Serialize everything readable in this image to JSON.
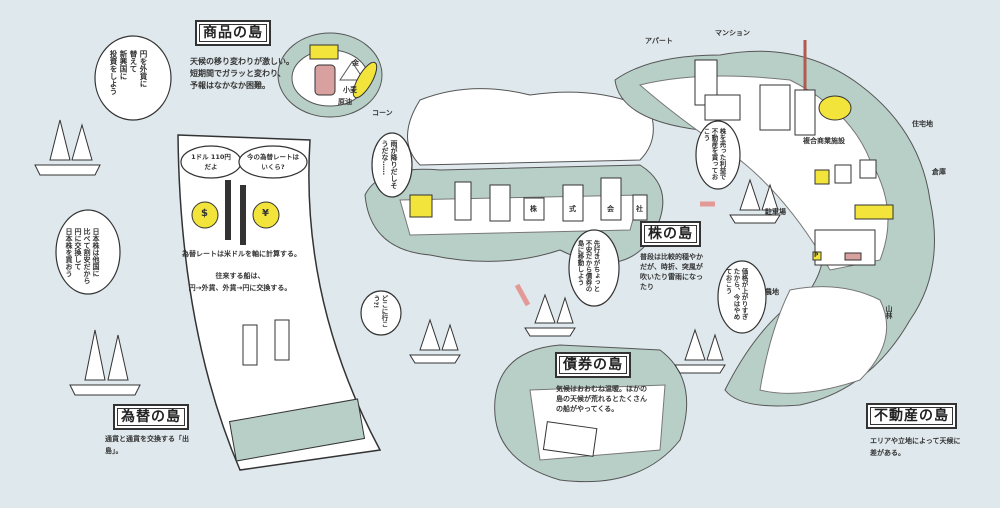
{
  "colors": {
    "sea": "#dfe8ec",
    "island_green": "#b8cfc8",
    "gold": "#f2e43a",
    "oil": "#d9a0a0",
    "arrow": "#e39a96"
  },
  "commodity_island": {
    "title": "商品の島",
    "description": [
      "天候の移り変わりが激しい。",
      "短期間でガラッと変わり、",
      "予報はなかなか困難。"
    ],
    "labels": {
      "gold": "金",
      "wheat": "小麦",
      "oil": "原油",
      "corn": "コーン"
    },
    "bubble": [
      "円を外貨に",
      "替えて",
      "新興国に",
      "投資をしよう"
    ]
  },
  "fx_island": {
    "title": "為替の島",
    "description": "通貨と通貨を交換する「出島」。",
    "bubble_left": "1ドル 110円だよ",
    "bubble_right": "今の為替レートはいくら?",
    "money_bag_left": "$",
    "money_bag_right": "¥",
    "note1": "為替レートは米ドルを軸に計算する。",
    "note2": [
      "往来する船は、",
      "円→外貨、外貨→円に交換する。"
    ],
    "bubble_japan": [
      "日本株は他国に",
      "比べて割安だから",
      "円に交換して",
      "日本株を買おう"
    ]
  },
  "stock_island": {
    "title": "株の島",
    "description": "普段は比較的穏やかだが、時折、突風が吹いたり雷雨になったり",
    "buildings": [
      "株",
      "式",
      "会",
      "社"
    ],
    "bubble_rain": "雨が降りだしそうだな……",
    "bubble_move": "先行きがちょっと不安だから債券の島に移動しよう"
  },
  "bond_island": {
    "title": "債券の島",
    "description": "気候はおおむね温暖。ほかの島の天候が荒れるとたくさんの船がやってくる。",
    "bubble_where": "どこに行こう?!"
  },
  "real_estate_island": {
    "title": "不動産の島",
    "description": "エリアや立地によって天候に差がある。",
    "labels": {
      "apartment": "アパート",
      "mansion": "マンション",
      "commercial": "複合商業施設",
      "residential": "住宅地",
      "warehouse": "倉庫",
      "parking": "駐車場",
      "farmland": "農地",
      "forest": "山林"
    },
    "bubble_buy": "株を売った利益で不動産を買っておこう",
    "bubble_wait": "価格が上がりすぎたから、今はやめておこう",
    "parking_sign": "P"
  }
}
